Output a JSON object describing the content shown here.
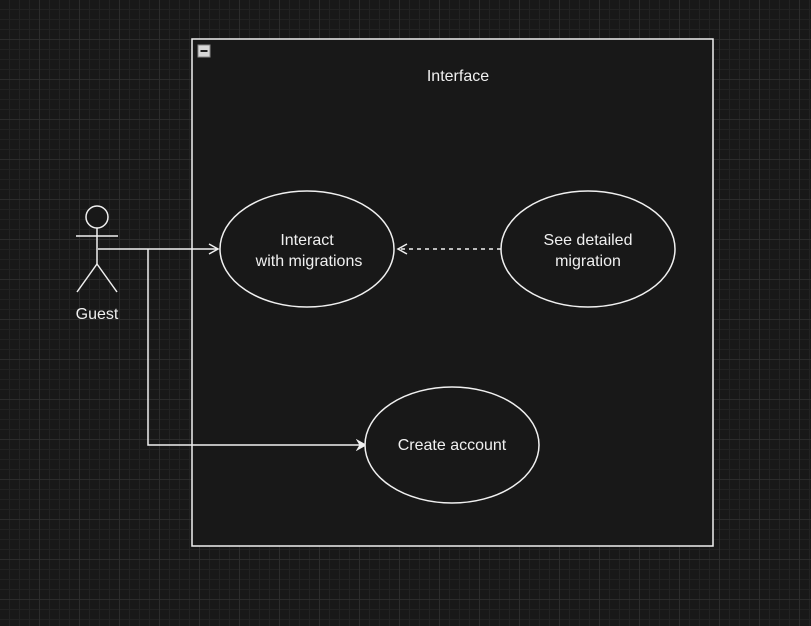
{
  "boundary": {
    "title": "Interface"
  },
  "actor": {
    "name": "Guest"
  },
  "use_cases": {
    "interact": {
      "line1": "Interact",
      "line2": "with migrations"
    },
    "see_detailed": {
      "line1": "See detailed",
      "line2": "migration"
    },
    "create_account": {
      "line1": "Create account"
    }
  },
  "colors": {
    "background": "#181818",
    "stroke": "#f0f0f0",
    "shape_fill": "#181818"
  }
}
